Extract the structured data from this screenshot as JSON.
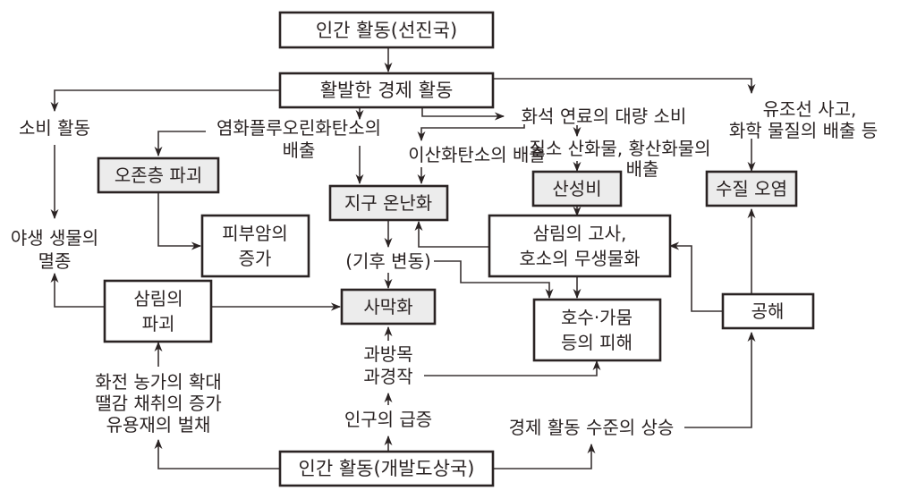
{
  "nodes": {
    "developed_activity": "인간 활동(선진국)",
    "active_economy": "활발한 경제 활동",
    "consumption": "소비 활동",
    "cfc_emission": [
      "염화플루오린화탄소의",
      "배출"
    ],
    "fossil_fuel": "화석 연료의 대량 소비",
    "oil_spill": [
      "유조선 사고,",
      "화학 물질의 배출 등"
    ],
    "co2_emission": "이산화탄소의 배출",
    "nox_sox": [
      "질소 산화물, 황산화물의",
      "배출"
    ],
    "ozone_depletion": "오존층 파괴",
    "global_warming": "지구 온난화",
    "acid_rain": "산성비",
    "water_pollution": "수질 오염",
    "wildlife_extinction": [
      "야생 생물의",
      "멸종"
    ],
    "skin_cancer": [
      "피부암의",
      "증가"
    ],
    "forest_lake_damage": [
      "삼림의 고사,",
      "호소의 무생물화"
    ],
    "climate_change": "(기후 변동)",
    "forest_destruction": [
      "삼림의",
      "파괴"
    ],
    "desertification": "사막화",
    "lake_drought_damage": [
      "호수·가뭄",
      "등의 피해"
    ],
    "pollution": "공해",
    "overgrazing": [
      "과방목",
      "과경작"
    ],
    "slash_burn": [
      "화전 농가의 확대",
      "땔감 채취의 증가",
      "유용재의 벌채"
    ],
    "population_surge": "인구의 급증",
    "economic_rise": "경제 활동 수준의 상승",
    "developing_activity": "인간 활동(개발도상국)"
  },
  "colors": {
    "stroke": "#2a2323",
    "shaded_fill": "#ececec",
    "plain_fill": "#ffffff"
  }
}
